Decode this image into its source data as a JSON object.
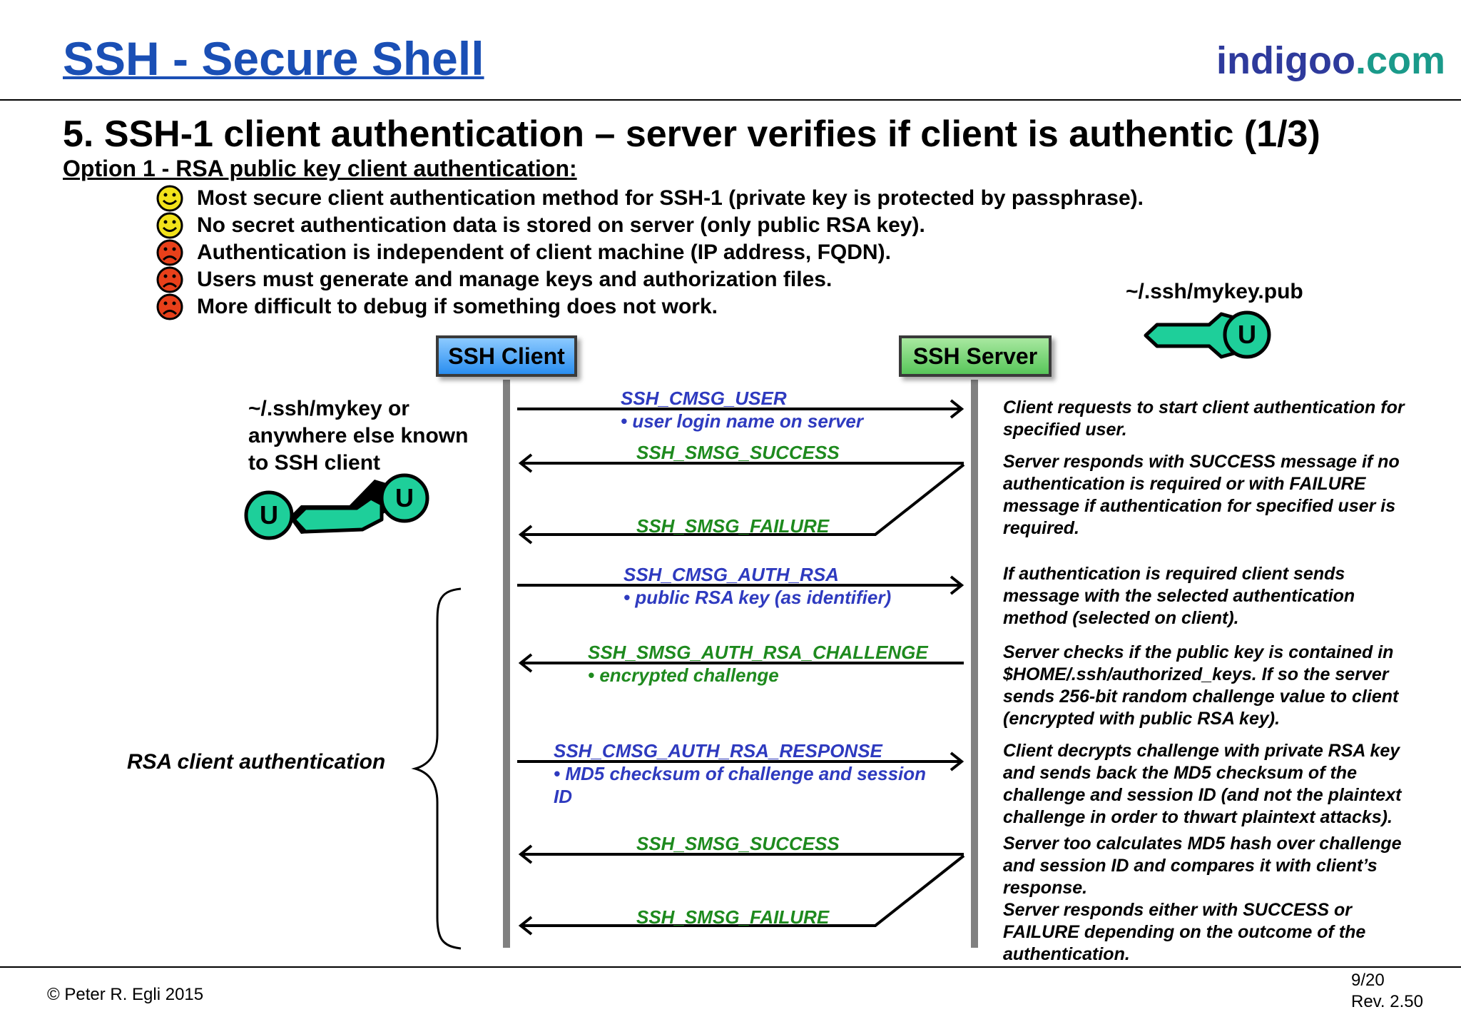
{
  "header": {
    "title": "SSH - Secure Shell",
    "brand_main": "indigoo",
    "brand_suffix": ".com"
  },
  "page_title": "5. SSH-1 client authentication – server verifies if client is authentic (1/3)",
  "option_title": "Option 1 - RSA public key client authentication:",
  "bullets": [
    {
      "face": "smile",
      "text": "Most secure client authentication method for SSH-1 (private key is protected by passphrase)."
    },
    {
      "face": "smile",
      "text": "No secret authentication data is stored on server (only public RSA key)."
    },
    {
      "face": "frown",
      "text": "Authentication is independent of client machine (IP address, FQDN)."
    },
    {
      "face": "frown",
      "text": "Users must generate and manage keys and authorization files."
    },
    {
      "face": "frown",
      "text": "More difficult to debug if something does not work."
    }
  ],
  "nodes": {
    "client": "SSH Client",
    "server": "SSH Server"
  },
  "server_key_path": "~/.ssh/mykey.pub",
  "client_key_note": [
    "~/.ssh/mykey or",
    "anywhere else known",
    "to SSH client"
  ],
  "key_letter": "U",
  "messages": [
    {
      "name": "SSH_CMSG_USER",
      "detail": "• user login name on server"
    },
    {
      "name": "SSH_SMSG_SUCCESS"
    },
    {
      "name": "SSH_SMSG_FAILURE"
    },
    {
      "name": "SSH_CMSG_AUTH_RSA",
      "detail": "• public RSA key (as identifier)"
    },
    {
      "name": "SSH_SMSG_AUTH_RSA_CHALLENGE",
      "detail": "• encrypted challenge"
    },
    {
      "name": "SSH_CMSG_AUTH_RSA_RESPONSE",
      "detail": "• MD5 checksum of challenge and session",
      "detail2": "ID"
    },
    {
      "name": "SSH_SMSG_SUCCESS"
    },
    {
      "name": "SSH_SMSG_FAILURE"
    }
  ],
  "descriptions": [
    [
      "Client requests to start client authentication for",
      "specified user."
    ],
    [
      "Server responds with SUCCESS message if no",
      "authentication is required or with FAILURE",
      "message if authentication for specified user is",
      "required."
    ],
    [
      "If authentication is required client sends",
      "message with the selected authentication",
      "method (selected on client)."
    ],
    [
      "Server checks if the public key is contained in",
      "$HOME/.ssh/authorized_keys. If so the server",
      "sends 256-bit random challenge value to client",
      "(encrypted with public RSA key)."
    ],
    [
      "Client decrypts challenge with private RSA key",
      "and sends back the MD5 checksum of the",
      "challenge and session ID (and not the plaintext",
      "challenge in order to thwart plaintext attacks)."
    ],
    [
      "Server too calculates MD5 hash over challenge",
      "and session ID and compares it with client’s",
      "response.",
      "Server responds either with SUCCESS or",
      "FAILURE depending on the outcome of the",
      "authentication."
    ]
  ],
  "brace_label": "RSA client authentication",
  "footer": {
    "copyright": "© Peter R. Egli 2015",
    "page": "9/20",
    "revision": "Rev. 2.50"
  },
  "colors": {
    "title_blue": "#1a4fb5",
    "brand_navy": "#2e3a9c",
    "brand_teal": "#1a9a8a",
    "msg_blue": "#2e3abf",
    "msg_green": "#1e8a1e",
    "key_green": "#1ecf9a",
    "smile_yellow": "#f2e21a",
    "frown_red": "#e8401a"
  }
}
